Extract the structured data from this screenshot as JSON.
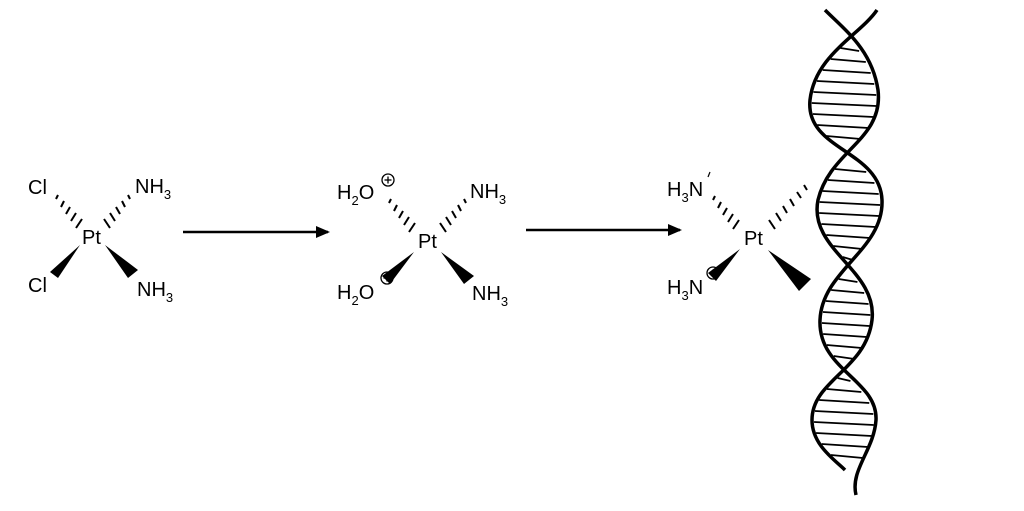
{
  "diagram": {
    "colors": {
      "ink": "#000000",
      "background": "#ffffff"
    },
    "molecule_1": {
      "center": "Pt",
      "ligand_upper_left": "Cl",
      "ligand_lower_left": "Cl",
      "ligand_upper_right": {
        "main": "NH",
        "sub": "3"
      },
      "ligand_lower_right": {
        "main": "NH",
        "sub": "3"
      }
    },
    "molecule_2": {
      "center": "Pt",
      "ligand_upper_left": {
        "pre": "H",
        "sub": "2",
        "post": "O",
        "charge": "+"
      },
      "ligand_lower_left": {
        "pre": "H",
        "sub": "2",
        "post": "O",
        "charge": "+"
      },
      "ligand_upper_right": {
        "main": "NH",
        "sub": "3"
      },
      "ligand_lower_right": {
        "main": "NH",
        "sub": "3"
      }
    },
    "molecule_3": {
      "center": "Pt",
      "ligand_upper_left": {
        "pre": "H",
        "sub": "3",
        "post": "N"
      },
      "ligand_lower_left": {
        "pre": "H",
        "sub": "3",
        "post": "N",
        "charge": "+"
      }
    },
    "arrows": [
      "reaction-arrow",
      "reaction-arrow"
    ],
    "dna": {
      "icon": "dna-double-helix-icon"
    }
  }
}
